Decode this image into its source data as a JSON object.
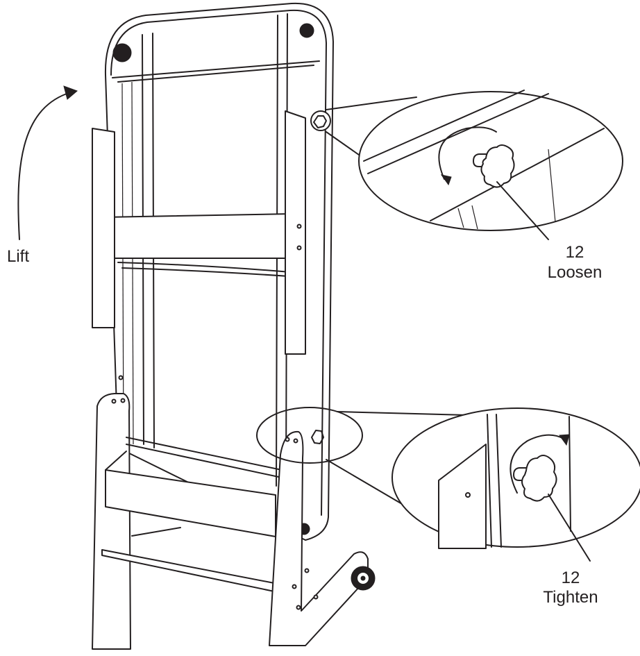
{
  "figure": {
    "lift_label": "Lift",
    "callout_top": {
      "number": "12",
      "action": "Loosen"
    },
    "callout_bottom": {
      "number": "12",
      "action": "Tighten"
    },
    "ink_color": "#231f20",
    "background_color": "#ffffff"
  }
}
